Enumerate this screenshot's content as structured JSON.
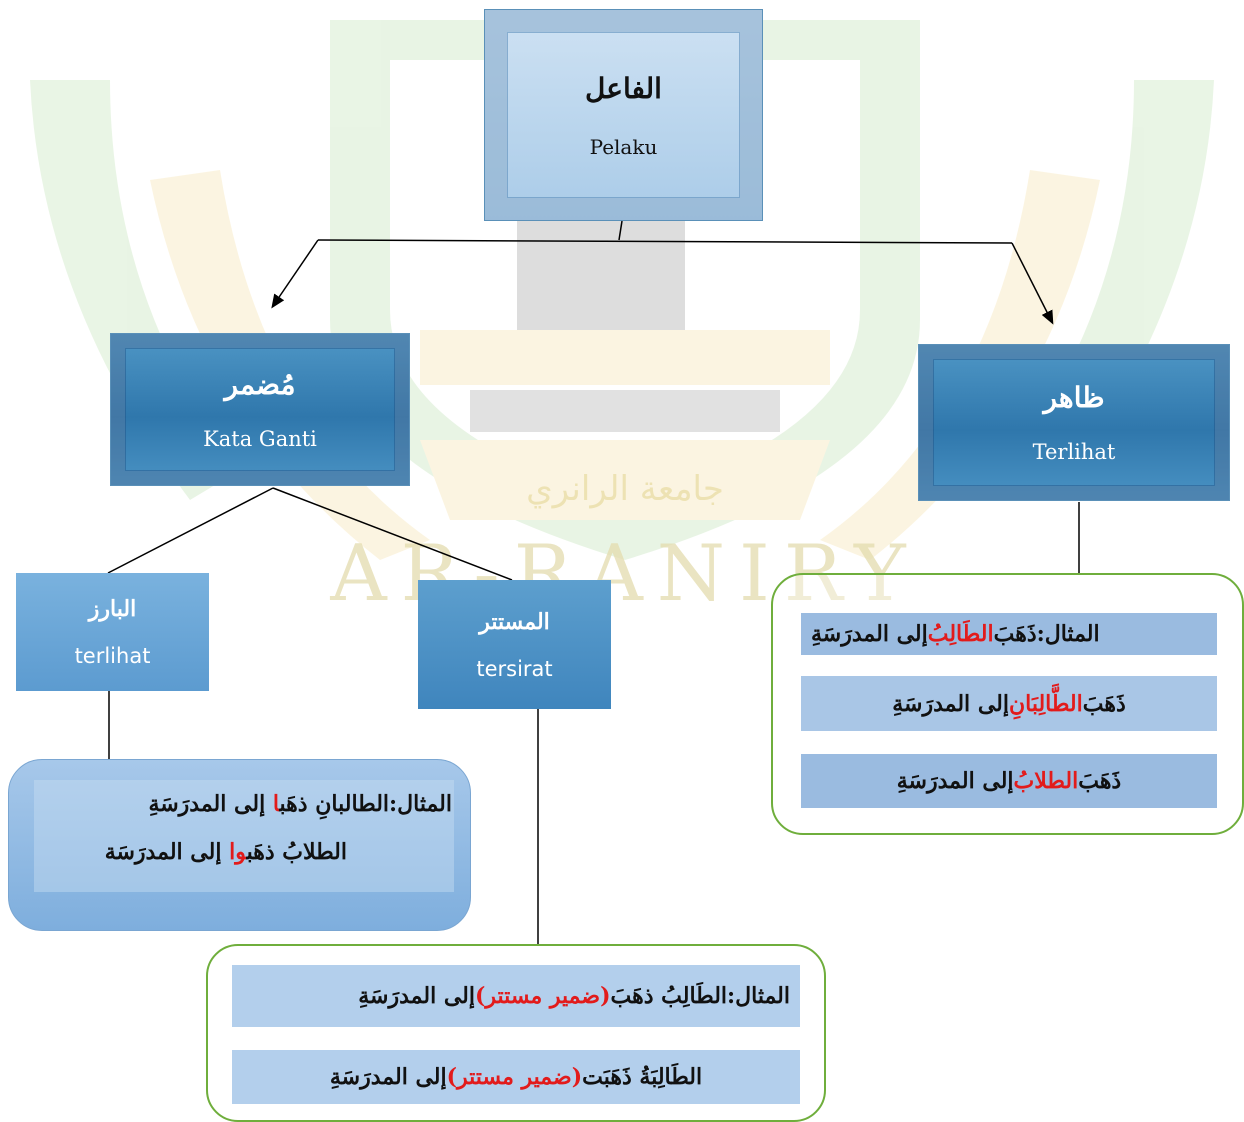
{
  "watermark": {
    "text_ar": "جامعة الرانري",
    "text_en": "AR-RANIRY"
  },
  "root": {
    "ar": "الفاعل",
    "lat": "Pelaku"
  },
  "mudmar": {
    "ar": "مُضمر",
    "lat": "Kata Ganti"
  },
  "zahir": {
    "ar": "ظاهر",
    "lat": "Terlihat"
  },
  "barz": {
    "ar": "البارز",
    "lat": "terlihat"
  },
  "mustatir": {
    "ar": "المستتر",
    "lat": "tersirat"
  },
  "zahir_examples": {
    "line1": {
      "pre": "المثال:ذَهَبَ ",
      "red": "الطَالِبُ",
      "post": " إلى المدرَسَةِ"
    },
    "line2": {
      "pre": "ذَهَبَ ",
      "red": "الطَّالِبَانِ",
      "post": " إلى المدرَسَةِ"
    },
    "line3": {
      "pre": "ذَهَبَ ",
      "red": "الطلابُ",
      "post": " إلى المدرَسَةِ"
    }
  },
  "barz_examples": {
    "line1": {
      "pre": "المثال:الطالبانِ ذهَب",
      "red": "ا",
      "post": " إلى المدرَسَةِ"
    },
    "line2": {
      "pre": "الطلابُ ذهَب",
      "red": "وا",
      "post": " إلى المدرَسَة"
    }
  },
  "mustatir_examples": {
    "line1": {
      "pre": "المثال:الطَالِبُ ذهَبَ ",
      "red": "(ضمير مستتر)",
      "post": " إلى المدرَسَةِ"
    },
    "line2": {
      "pre": "الطَالِبَةُ ذَهَبَت ",
      "red": "(ضمير مستتر)",
      "post": " إلى المدرَسَةِ"
    }
  },
  "colors": {
    "accent_red": "#e21b1b",
    "green_border": "#6fae3c",
    "box_blue": "#2f77ac"
  }
}
